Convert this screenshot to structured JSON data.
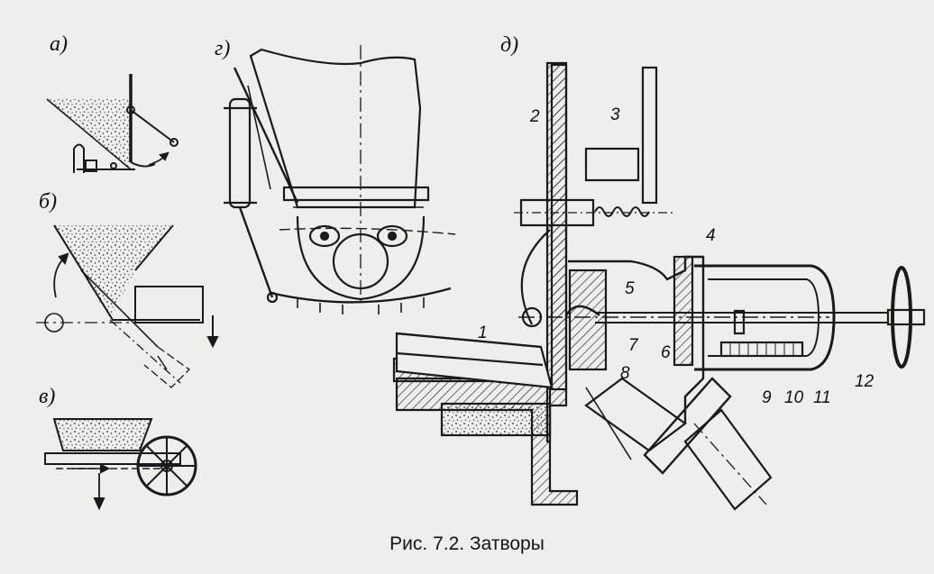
{
  "caption": "Рис. 7.2. Затворы",
  "subfigures": {
    "a": "а)",
    "b": "б)",
    "v": "в)",
    "g": "г)",
    "d": "д)"
  },
  "part_numbers": [
    "1",
    "2",
    "3",
    "4",
    "5",
    "6",
    "7",
    "8",
    "9",
    "10",
    "11",
    "12"
  ]
}
